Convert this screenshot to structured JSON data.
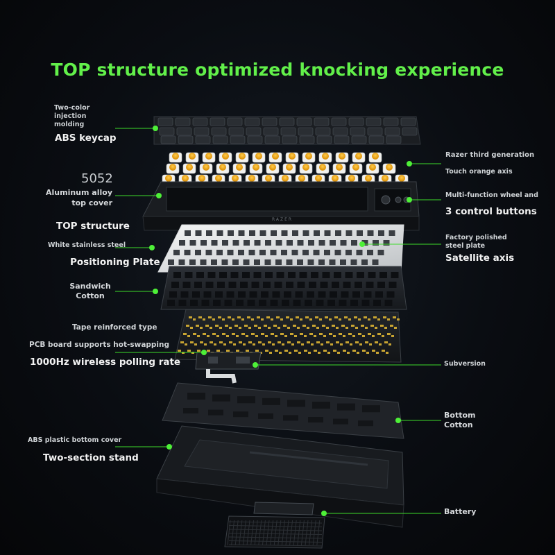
{
  "headline": "TOP structure optimized knocking experience",
  "colors": {
    "accent": "#62f04a",
    "background": "#07090c"
  },
  "labels": {
    "two_color_injection": "Two-color\ninjection\nmolding",
    "abs_keycap": "ABS keycap",
    "num_5052": "5052",
    "aluminum_top_cover": "Aluminum alloy\ntop cover",
    "top_structure": "TOP structure",
    "white_stainless_steel": "White stainless steel",
    "positioning_plate": "Positioning Plate",
    "sandwich_cotton": "Sandwich\nCotton",
    "tape_reinforced": "Tape reinforced type",
    "pcb_hot_swapping": "PCB board supports hot-swapping",
    "wireless_polling": "1000Hz wireless polling rate",
    "abs_bottom_cover": "ABS plastic bottom cover",
    "two_section_stand": "Two-section stand",
    "razer_third_gen": "Razer third generation",
    "touch_orange_axis": "Touch orange axis",
    "multi_function_wheel": "Multi-function wheel and",
    "three_control_buttons": "3 control buttons",
    "factory_polished": "Factory polished\nsteel plate",
    "satellite_axis": "Satellite axis",
    "subversion": "Subversion",
    "bottom_cotton": "Bottom\nCotton",
    "battery": "Battery",
    "brand_mark": "RAZER"
  }
}
